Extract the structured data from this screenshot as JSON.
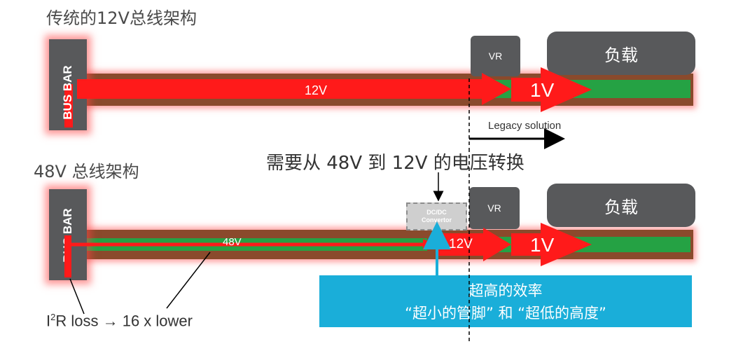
{
  "top_section": {
    "title": "传统的12V总线架构",
    "bus_bar": "BUS BAR",
    "vr": "VR",
    "load": "负载",
    "voltage_bus": "12V",
    "voltage_out": "1V",
    "legacy": "Legacy solution"
  },
  "bottom_section": {
    "title": "48V 总线架构",
    "bus_bar": "BUS BAR",
    "vr": "VR",
    "load": "负载",
    "voltage_bus": "48V",
    "voltage_mid": "12V",
    "voltage_out": "1V",
    "dcdc_line1": "DC/DC",
    "dcdc_line2": "Convertor",
    "conversion_note": "需要从 48V 到 12V 的电压转换",
    "efficiency_line1": "超高的效率",
    "efficiency_line2": "“超小的管脚” 和 “超低的高度”",
    "loss_prefix": "I",
    "loss_sup": "2",
    "loss_suffix": "R loss → 16 x lower"
  },
  "colors": {
    "arrow_red": "#ff1a1a",
    "pcb_brown": "#8a4a2c",
    "pcb_green": "#25a244",
    "box_gray": "#58595b",
    "cyan": "#1aaed9"
  }
}
